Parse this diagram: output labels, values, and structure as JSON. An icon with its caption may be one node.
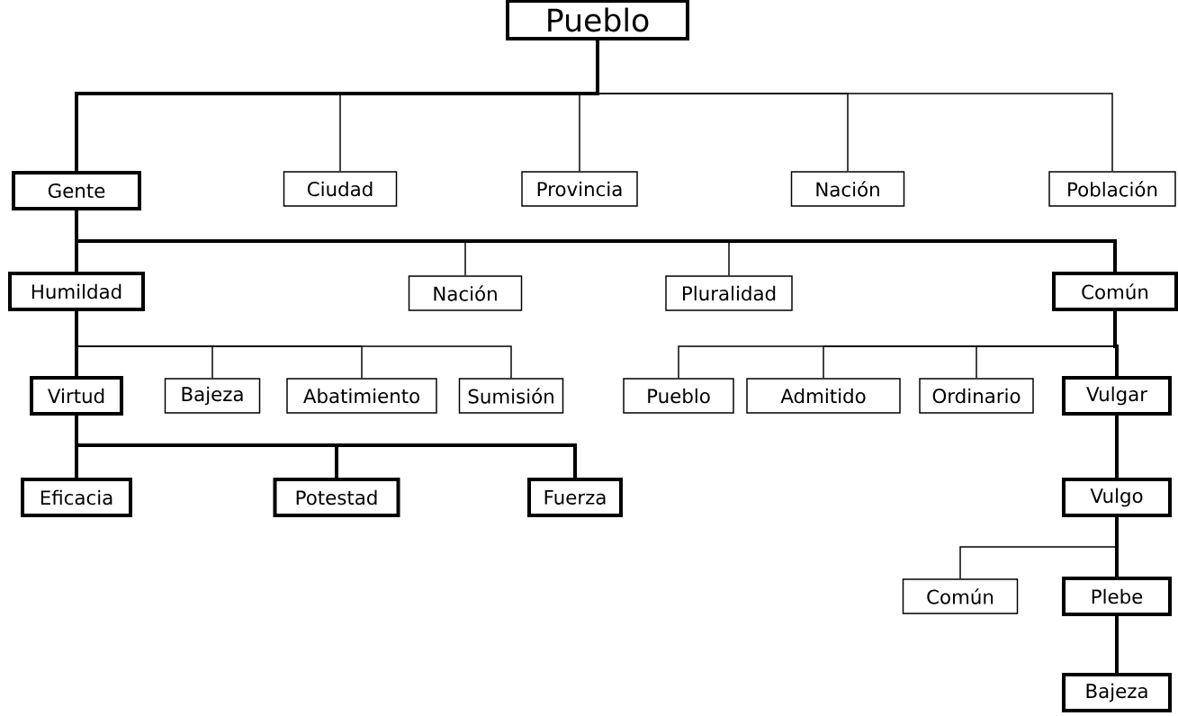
{
  "diagram": {
    "nodes": [
      {
        "text": [
          "Pueblo"
        ]
      },
      {
        "text": [
          "Gente"
        ]
      },
      {
        "text": [
          "Ciudad"
        ]
      },
      {
        "text": [
          "Provincia"
        ]
      },
      {
        "text": [
          "Nación"
        ]
      },
      {
        "text": [
          "Población"
        ]
      },
      {
        "text": [
          "Humildad"
        ]
      },
      {
        "text": [
          "Nación"
        ]
      },
      {
        "text": [
          "Pluralidad"
        ]
      },
      {
        "text": [
          "Común"
        ]
      },
      {
        "text": [
          "Virtud"
        ]
      },
      {
        "text": [
          "Bajeza"
        ]
      },
      {
        "text": [
          "Abatimiento"
        ]
      },
      {
        "text": [
          "Sumisión"
        ]
      },
      {
        "text": [
          "Pueblo"
        ]
      },
      {
        "text": [
          "Admitido"
        ]
      },
      {
        "text": [
          "Ordinario"
        ]
      },
      {
        "text": [
          "Vulgar"
        ]
      },
      {
        "text": [
          "Eficacia"
        ]
      },
      {
        "text": [
          "Potestad"
        ]
      },
      {
        "text": [
          "Fuerza"
        ]
      },
      {
        "text": [
          "Vulgo"
        ]
      },
      {
        "text": [
          "Común"
        ]
      },
      {
        "text": [
          "Plebe"
        ]
      },
      {
        "text": [
          "Bajeza"
        ]
      }
    ],
    "edges": [
      {
        "from": 0,
        "to": 1,
        "arrow": "none",
        "style": "thick"
      },
      {
        "from": 0,
        "to": 2,
        "arrow": "none"
      },
      {
        "from": 0,
        "to": 3,
        "arrow": "none"
      },
      {
        "from": 0,
        "to": 4,
        "arrow": "none"
      },
      {
        "from": 0,
        "to": 5,
        "arrow": "none"
      },
      {
        "from": 1,
        "to": 6,
        "arrow": "none",
        "style": "thick"
      },
      {
        "from": 1,
        "to": 7,
        "arrow": "none"
      },
      {
        "from": 1,
        "to": 8,
        "arrow": "none"
      },
      {
        "from": 1,
        "to": 9,
        "arrow": "none",
        "style": "thick"
      },
      {
        "from": 6,
        "to": 10,
        "arrow": "none",
        "style": "thick"
      },
      {
        "from": 6,
        "to": 11,
        "arrow": "none"
      },
      {
        "from": 6,
        "to": 12,
        "arrow": "none"
      },
      {
        "from": 6,
        "to": 13,
        "arrow": "none"
      },
      {
        "from": 9,
        "to": 14,
        "arrow": "none"
      },
      {
        "from": 9,
        "to": 15,
        "arrow": "none"
      },
      {
        "from": 9,
        "to": 16,
        "arrow": "none"
      },
      {
        "from": 9,
        "to": 17,
        "arrow": "none",
        "style": "thick"
      },
      {
        "from": 10,
        "to": 18,
        "arrow": "none",
        "style": "thick"
      },
      {
        "from": 10,
        "to": 19,
        "arrow": "none",
        "style": "thick"
      },
      {
        "from": 10,
        "to": 20,
        "arrow": "none",
        "style": "thick"
      },
      {
        "from": 17,
        "to": 21,
        "arrow": "none",
        "style": "thick"
      },
      {
        "from": 21,
        "to": 22,
        "arrow": "none"
      },
      {
        "from": 21,
        "to": 23,
        "arrow": "none",
        "style": "thick"
      },
      {
        "from": 23,
        "to": 24,
        "arrow": "none",
        "style": "thick"
      }
    ]
  }
}
